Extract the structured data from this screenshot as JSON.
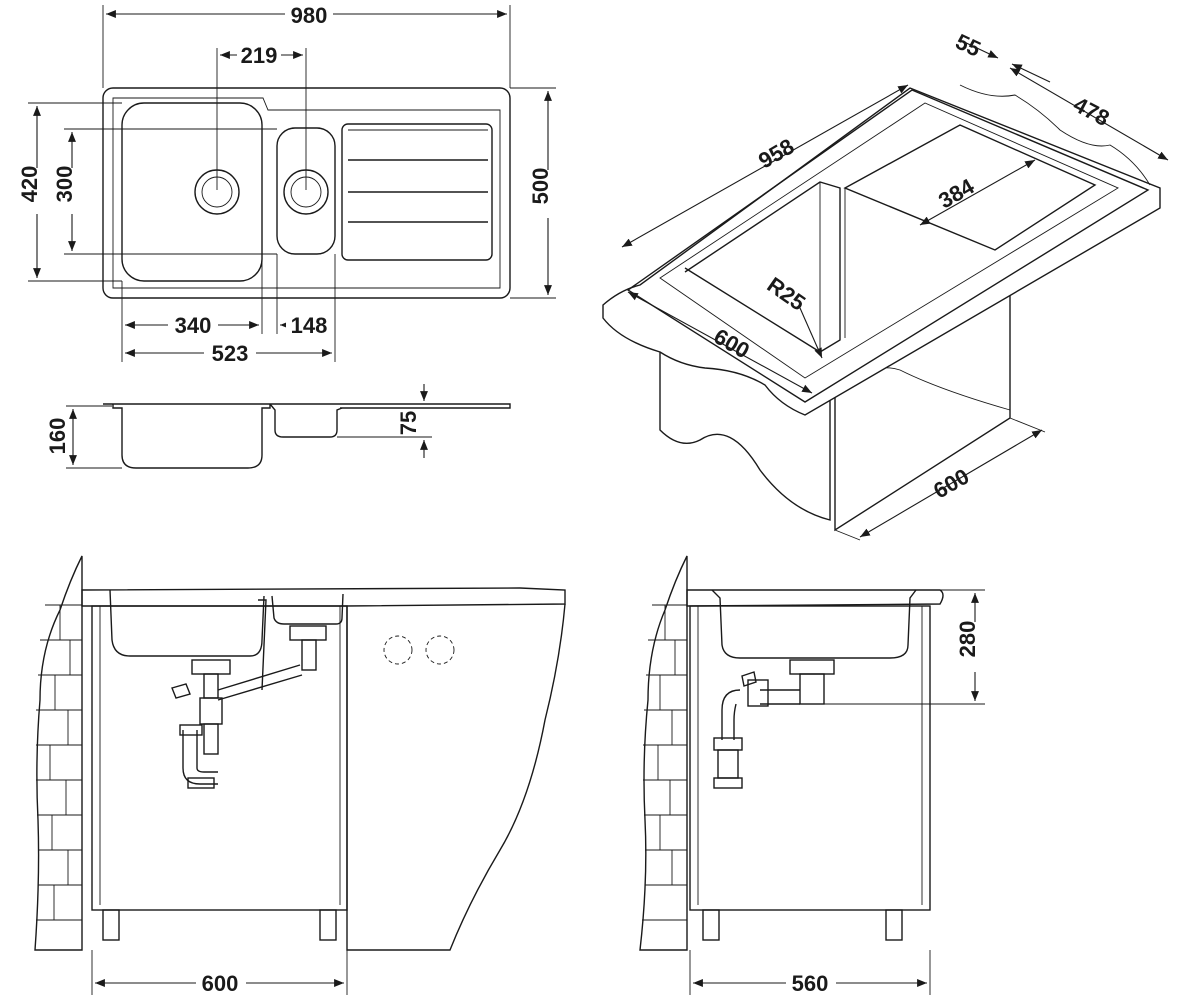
{
  "dimensions": {
    "top_view": {
      "overall_width": "980",
      "overall_depth": "500",
      "bowl_depth_main": "420",
      "bowl_depth_inner": "300",
      "drain_spacing": "219",
      "main_bowl_width": "340",
      "small_bowl_width": "148",
      "bowls_total": "523"
    },
    "side_section": {
      "main_depth": "160",
      "small_depth": "75"
    },
    "iso_view": {
      "length": "958",
      "rim": "55",
      "depth": "478",
      "bowl_width": "384",
      "corner_radius": "R25",
      "front_depth": "600",
      "cabinet_width": "600"
    },
    "front_install": {
      "cabinet_width": "600"
    },
    "side_install": {
      "cabinet_width": "560",
      "drain_height": "280"
    }
  }
}
